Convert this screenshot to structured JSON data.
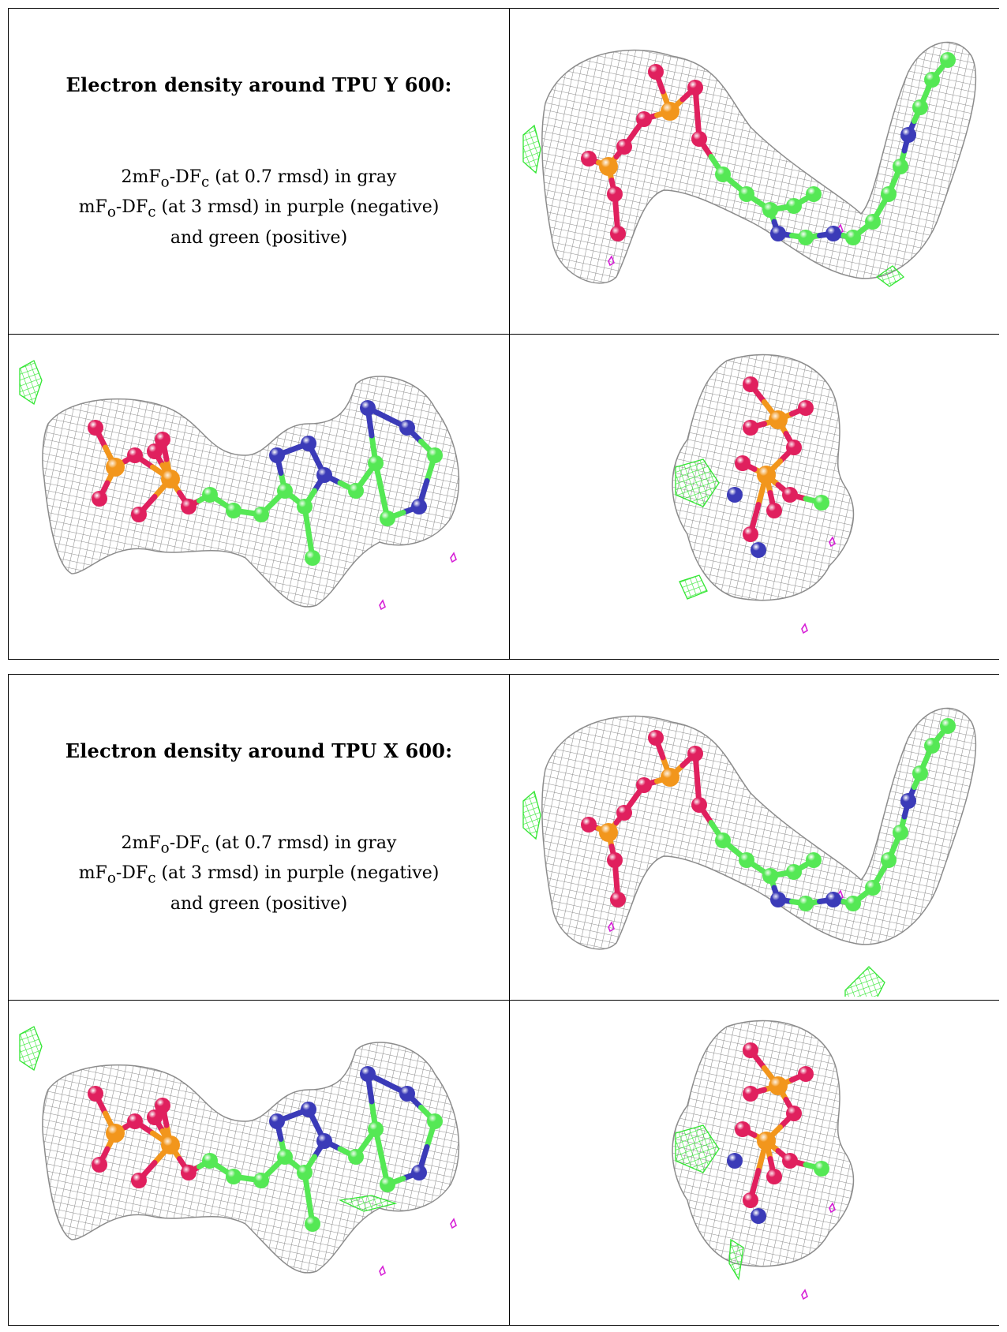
{
  "panels": [
    {
      "title": "Electron density around TPU Y 600:",
      "legend_line1": "2mF",
      "legend_line1_sub_o": "o",
      "legend_line1_mid": "-DF",
      "legend_line1_sub_c": "c",
      "legend_line1_rest": " (at 0.7 rmsd) in gray",
      "legend_line2": "mF",
      "legend_line2_sub_o": "o",
      "legend_line2_mid": "-DF",
      "legend_line2_sub_c": "c",
      "legend_line2_rest": " (at 3 rmsd) in purple (negative)",
      "legend_line3": "and green (positive)"
    },
    {
      "title": "Electron density around TPU X 600:",
      "legend_line1": "2mF",
      "legend_line1_sub_o": "o",
      "legend_line1_mid": "-DF",
      "legend_line1_sub_c": "c",
      "legend_line1_rest": " (at 0.7 rmsd) in gray",
      "legend_line2": "mF",
      "legend_line2_sub_o": "o",
      "legend_line2_mid": "-DF",
      "legend_line2_sub_c": "c",
      "legend_line2_rest": " (at 3 rmsd) in purple (negative)",
      "legend_line3": "and green (positive)"
    }
  ],
  "colors": {
    "mesh_gray": "#8c8c8c",
    "diff_positive": "#33e633",
    "diff_negative": "#d61fd6",
    "carbon": "#55e855",
    "nitrogen": "#3b3bb8",
    "oxygen": "#e0205e",
    "phosphorus": "#f2961c"
  }
}
